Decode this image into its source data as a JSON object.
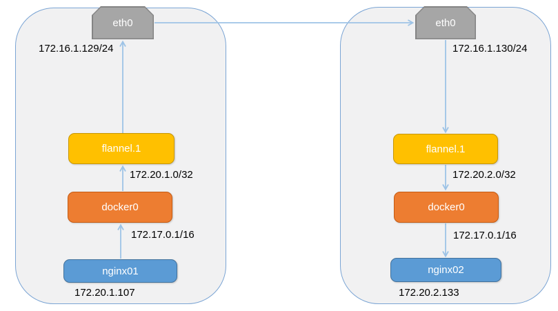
{
  "colors": {
    "host_fill": "#f1f1f2",
    "host_border": "#7aa4d4",
    "arrow": "#9dc3e6",
    "eth0_fill": "#a6a6a6",
    "flannel_fill": "#ffc000",
    "docker_fill": "#ed7d31",
    "container_fill": "#5b9bd5"
  },
  "hosts": [
    {
      "id": "host-1",
      "flow": "up",
      "eth0": {
        "label": "eth0",
        "ip": "172.16.1.129/24"
      },
      "flannel": {
        "label": "flannel.1",
        "ip": "172.20.1.0/32"
      },
      "docker": {
        "label": "docker0",
        "ip": "172.17.0.1/16"
      },
      "container": {
        "label": "nginx01",
        "ip": "172.20.1.107"
      }
    },
    {
      "id": "host-2",
      "flow": "down",
      "eth0": {
        "label": "eth0",
        "ip": "172.16.1.130/24"
      },
      "flannel": {
        "label": "flannel.1",
        "ip": "172.20.2.0/32"
      },
      "docker": {
        "label": "docker0",
        "ip": "172.17.0.1/16"
      },
      "container": {
        "label": "nginx02",
        "ip": "172.20.2.133"
      }
    }
  ]
}
